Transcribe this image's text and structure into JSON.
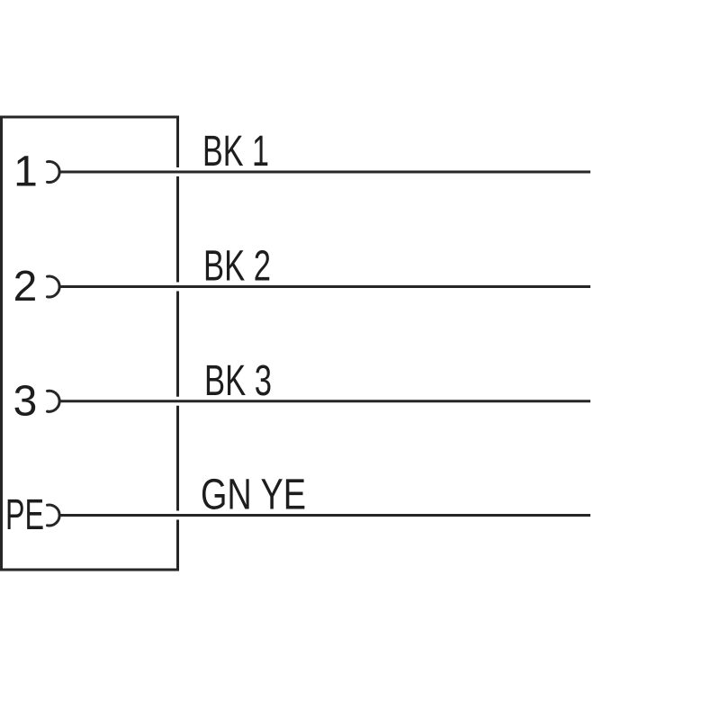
{
  "diagram": {
    "kind": "connector-pinout-wiring-diagram",
    "background_color": "#ffffff",
    "line_color": "#262626",
    "text_color": "#1d1d1d",
    "connector": {
      "pins": [
        {
          "pin": "1",
          "wire": "BK 1"
        },
        {
          "pin": "2",
          "wire": "BK 2"
        },
        {
          "pin": "3",
          "wire": "BK 3"
        },
        {
          "pin": "PE",
          "wire": "GN YE"
        }
      ]
    }
  }
}
